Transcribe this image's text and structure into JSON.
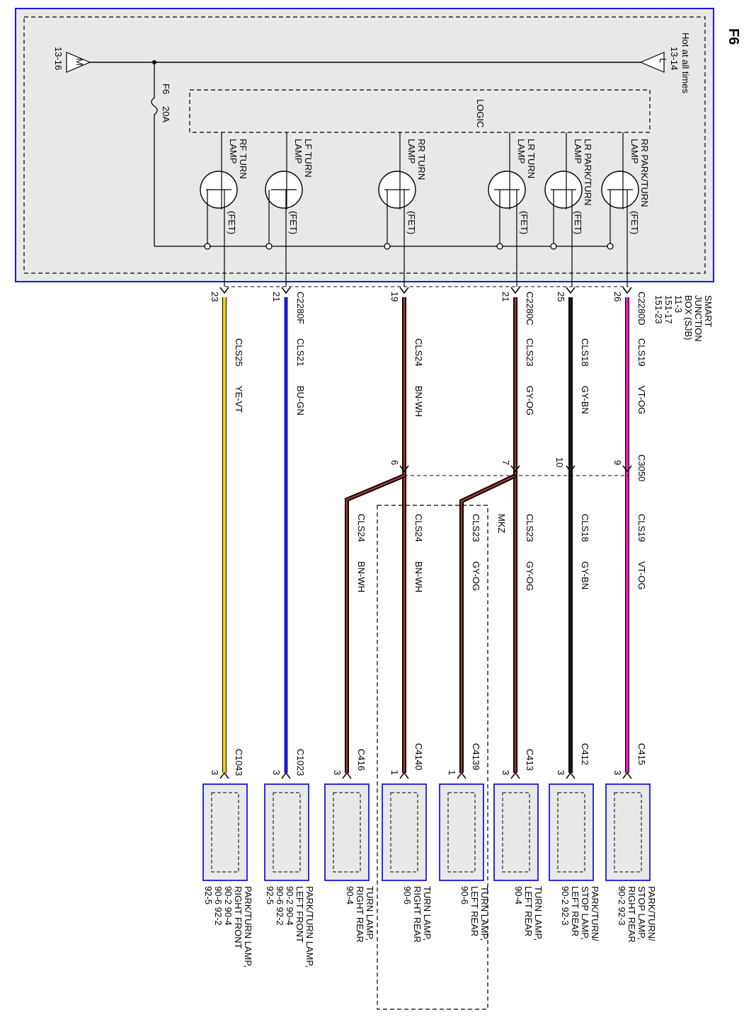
{
  "page_id": "F6",
  "module": {
    "name": "SMART JUNCTION BOX (SJB)",
    "name_lines": [
      "SMART",
      "JUNCTION",
      "BOX (SJB)",
      "11-3",
      "151-17",
      "151-23"
    ],
    "hot_label": "Hot at all times",
    "hot_ref": "13-14",
    "hot_connector": "L",
    "ground_ref": "13-16",
    "ground_connector": "M",
    "fuse_name": "F6",
    "fuse_rating": "20A",
    "logic_label": "LOGIC",
    "fet_label": "(FET)"
  },
  "lamps": [
    {
      "label": [
        "RR PARK/TURN",
        "LAMP"
      ]
    },
    {
      "label": [
        "LR PARK/TURN",
        "LAMP"
      ]
    },
    {
      "label": [
        "LR TURN",
        "LAMP"
      ]
    },
    {
      "label": [
        "RR TURN",
        "LAMP"
      ]
    },
    {
      "label": [
        "LF TURN",
        "LAMP"
      ]
    },
    {
      "label": [
        "RF TURN",
        "LAMP"
      ]
    }
  ],
  "pins": [
    {
      "pin": "26",
      "connector": "C2280D"
    },
    {
      "pin": "25",
      "connector": ""
    },
    {
      "pin": "21",
      "connector": "C2280C"
    },
    {
      "pin": "19",
      "connector": ""
    },
    {
      "pin": "21",
      "connector": "C2280F"
    },
    {
      "pin": "23",
      "connector": ""
    }
  ],
  "circuits": [
    {
      "circuit": "CLS19",
      "color_code": "VT-OG",
      "color": "#e619c8"
    },
    {
      "circuit": "CLS18",
      "color_code": "GY-BN",
      "color": "#1a1a1a"
    },
    {
      "circuit": "CLS23",
      "color_code": "GY-OG",
      "color": "#7a2318"
    },
    {
      "circuit": "CLS24",
      "color_code": "BN-WH",
      "color": "#7a2318"
    },
    {
      "circuit": "CLS21",
      "color_code": "BU-GN",
      "color": "#1a1ad0"
    },
    {
      "circuit": "CLS25",
      "color_code": "YE-VT",
      "color": "#e8c81a"
    }
  ],
  "inline": {
    "connector": "C3050",
    "pins": [
      "9",
      "10",
      "7",
      "6"
    ],
    "mkz_label": "MKZ"
  },
  "wire_rows": [
    {
      "circuit": "CLS19",
      "color_code": "VT-OG"
    },
    {
      "circuit": "CLS18",
      "color_code": "GY-BN"
    },
    {
      "circuit": "CLS23",
      "color_code": "GY-OG"
    },
    {
      "circuit": "CLS23",
      "color_code": "GY-OG"
    },
    {
      "circuit": "CLS24",
      "color_code": "BN-WH"
    },
    {
      "circuit": "CLS24",
      "color_code": "BN-WH"
    }
  ],
  "components": [
    {
      "connector": "C415",
      "pin": "3",
      "label": [
        "PARK/TURN/",
        "STOP LAMP,",
        "RIGHT REAR",
        "90-2   92-3"
      ]
    },
    {
      "connector": "C412",
      "pin": "3",
      "label": [
        "PARK/TURN/",
        "STOP LAMP,",
        "LEFT REAR",
        "90-2   92-3"
      ]
    },
    {
      "connector": "C413",
      "pin": "3",
      "label": [
        "TURN LAMP,",
        "LEFT REAR",
        "90-4"
      ]
    },
    {
      "connector": "C4139",
      "pin": "1",
      "label": [
        "TURN LAMP,",
        "LEFT REAR",
        "90-6"
      ]
    },
    {
      "connector": "C4140",
      "pin": "1",
      "label": [
        "TURN LAMP,",
        "RIGHT REAR",
        "90-6"
      ]
    },
    {
      "connector": "C416",
      "pin": "3",
      "label": [
        "TURN LAMP,",
        "RIGHT REAR",
        "90-4"
      ]
    },
    {
      "connector": "C1023",
      "pin": "3",
      "label": [
        "PARK/TURN LAMP,",
        "LEFT FRONT",
        "90-2   90-4",
        "90-6   92-2",
        "92-5"
      ]
    },
    {
      "connector": "C1043",
      "pin": "3",
      "label": [
        "PARK/TURN LAMP,",
        "RIGHT FRONT",
        "90-2   90-4",
        "90-6   92-2",
        "92-5"
      ]
    }
  ]
}
